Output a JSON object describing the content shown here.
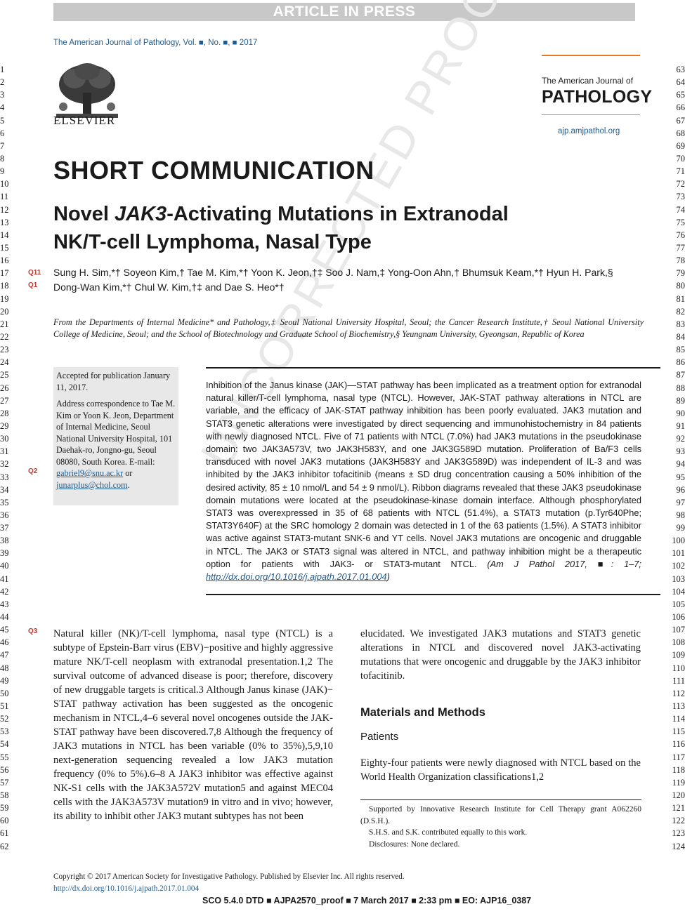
{
  "banner": "ARTICLE IN PRESS",
  "journal_ref": "The American Journal of Pathology, Vol. ■, No. ■, ■ 2017",
  "publisher": "ELSEVIER",
  "journal_logo": {
    "small": "The American Journal of",
    "big": "PATHOLOGY",
    "url": "ajp.amjpathol.org"
  },
  "section": "SHORT COMMUNICATION",
  "title": "Novel JAK3-Activating Mutations in Extranodal NK/T-cell Lymphoma, Nasal Type",
  "title_parts": {
    "a": "Novel ",
    "b": "JAK3",
    "c": "-Activating Mutations in Extranodal",
    "d": "NK/T-cell Lymphoma, Nasal Type"
  },
  "authors_line1": "Sung H. Sim,*† Soyeon Kim,† Tae M. Kim,*† Yoon K. Jeon,†‡ Soo J. Nam,‡ Yong-Oon Ahn,† Bhumsuk Keam,*† Hyun H. Park,§",
  "authors_line2": "Dong-Wan Kim,*† Chul W. Kim,†‡ and Dae S. Heo*†",
  "affiliation": "From the Departments of Internal Medicine* and Pathology,‡ Seoul National University Hospital, Seoul; the Cancer Research Institute,† Seoul National University College of Medicine, Seoul; and the School of Biotechnology and Graduate School of Biochemistry,§ Yeungnam University, Gyeongsan, Republic of Korea",
  "sidebox": {
    "accepted": "Accepted for publication January 11, 2017.",
    "address": "Address correspondence to Tae M. Kim or Yoon K. Jeon, Department of Internal Medicine, Seoul National University Hospital, 101 Daehak-ro, Jongno-gu, Seoul 08080, South Korea. E-mail:",
    "email1": "gabriel9@snu.ac.kr",
    "or": " or ",
    "email2": "junarplus@chol.com",
    "end": "."
  },
  "abstract": "Inhibition of the Janus kinase (JAK)—STAT pathway has been implicated as a treatment option for extranodal natural killer/T-cell lymphoma, nasal type (NTCL). However, JAK-STAT pathway alterations in NTCL are variable, and the efficacy of JAK-STAT pathway inhibition has been poorly evaluated. JAK3 mutation and STAT3 genetic alterations were investigated by direct sequencing and immunohistochemistry in 84 patients with newly diagnosed NTCL. Five of 71 patients with NTCL (7.0%) had JAK3 mutations in the pseudokinase domain: two JAK3A573V, two JAK3H583Y, and one JAK3G589D mutation. Proliferation of Ba/F3 cells transduced with novel JAK3 mutations (JAK3H583Y and JAK3G589D) was independent of IL-3 and was inhibited by the JAK3 inhibitor tofacitinib (means ± SD drug concentration causing a 50% inhibition of the desired activity, 85 ± 10 nmol/L and 54 ± 9 nmol/L). Ribbon diagrams revealed that these JAK3 pseudokinase domain mutations were located at the pseudokinase-kinase domain interface. Although phosphorylated STAT3 was overexpressed in 35 of 68 patients with NTCL (51.4%), a STAT3 mutation (p.Tyr640Phe; STAT3Y640F) at the SRC homology 2 domain was detected in 1 of the 63 patients (1.5%). A STAT3 inhibitor was active against STAT3-mutant SNK-6 and YT cells. Novel JAK3 mutations are oncogenic and druggable in NTCL. The JAK3 or STAT3 signal was altered in NTCL, and pathway inhibition might be a therapeutic option for patients with JAK3- or STAT3-mutant NTCL.",
  "abstract_cite": "(Am J Pathol 2017, ■: 1–7; ",
  "abstract_doi": "http://dx.doi.org/10.1016/j.ajpath.2017.01.004",
  "abstract_cite_end": ")",
  "intro": "Natural killer (NK)/T-cell lymphoma, nasal type (NTCL) is a subtype of Epstein-Barr virus (EBV)−positive and highly aggressive mature NK/T-cell neoplasm with extranodal presentation.1,2 The survival outcome of advanced disease is poor; therefore, discovery of new druggable targets is critical.3 Although Janus kinase (JAK)− STAT pathway activation has been suggested as the oncogenic mechanism in NTCL,4–6 several novel oncogenes outside the JAK-STAT pathway have been discovered.7,8 Although the frequency of JAK3 mutations in NTCL has been variable (0% to 35%),5,9,10 next-generation sequencing revealed a low JAK3 mutation frequency (0% to 5%).6–8 A JAK3 inhibitor was effective against NK-S1 cells with the JAK3A572V mutation5 and against MEC04 cells with the JAK3A573V mutation9 in vitro and in vivo; however, its ability to inhibit other JAK3 mutant subtypes has not been",
  "intro_cont": "elucidated. We investigated JAK3 mutations and STAT3 genetic alterations in NTCL and discovered novel JAK3-activating mutations that were oncogenic and druggable by the JAK3 inhibitor tofacitinib.",
  "methods_heading": "Materials and Methods",
  "patients_heading": "Patients",
  "patients_text": "Eighty-four patients were newly diagnosed with NTCL based on the World Health Organization classifications1,2",
  "footnotes": [
    "Supported by Innovative Research Institute for Cell Therapy grant A062260 (D.S.H.).",
    "S.H.S. and S.K. contributed equally to this work.",
    "Disclosures: None declared."
  ],
  "copyright": "Copyright © 2017 American Society for Investigative Pathology. Published by Elsevier Inc. All rights reserved.",
  "doi": "http://dx.doi.org/10.1016/j.ajpath.2017.01.004",
  "proof_line": "SCO 5.4.0 DTD ■ AJPA2570_proof ■ 7 March 2017 ■ 2:33 pm ■ EO: AJP16_0387",
  "watermark": "UNCORRECTED PROOF",
  "query_marks": {
    "q11": "Q11",
    "q1": "Q1",
    "q2": "Q2",
    "q3": "Q3"
  },
  "line_numbers_left": [
    "1",
    "2",
    "3",
    "4",
    "5",
    "6",
    "7",
    "8",
    "9",
    "10",
    "11",
    "12",
    "13",
    "14",
    "15",
    "16",
    "17",
    "18",
    "19",
    "20",
    "21",
    "22",
    "23",
    "24",
    "25",
    "26",
    "27",
    "28",
    "29",
    "30",
    "31",
    "32",
    "33",
    "34",
    "35",
    "36",
    "37",
    "38",
    "39",
    "40",
    "41",
    "42",
    "43",
    "44",
    "45",
    "46",
    "47",
    "48",
    "49",
    "50",
    "51",
    "52",
    "53",
    "54",
    "55",
    "56",
    "57",
    "58",
    "59",
    "60",
    "61",
    "62"
  ],
  "line_numbers_right": [
    "63",
    "64",
    "65",
    "66",
    "67",
    "68",
    "69",
    "70",
    "71",
    "72",
    "73",
    "74",
    "75",
    "76",
    "77",
    "78",
    "79",
    "80",
    "81",
    "82",
    "83",
    "84",
    "85",
    "86",
    "87",
    "88",
    "89",
    "90",
    "91",
    "92",
    "93",
    "94",
    "95",
    "96",
    "97",
    "98",
    "99",
    "100",
    "101",
    "102",
    "103",
    "104",
    "105",
    "106",
    "107",
    "108",
    "109",
    "110",
    "111",
    "112",
    "113",
    "114",
    "115",
    "116",
    "117",
    "118",
    "119",
    "120",
    "121",
    "122",
    "123",
    "124"
  ]
}
